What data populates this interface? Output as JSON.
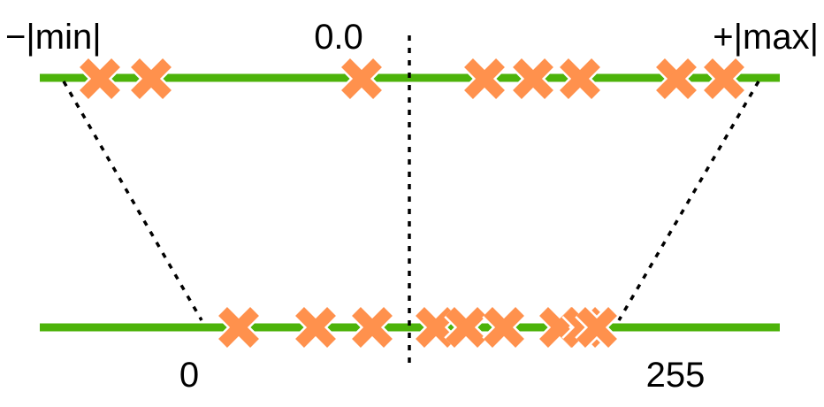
{
  "labels": {
    "top_left": "−|min|",
    "top_center": "0.0",
    "top_right": "+|max|",
    "bottom_left": "0",
    "bottom_right": "255"
  },
  "colors": {
    "line": "#4db30a",
    "marker": "#ff914d",
    "marker_outline": "#ffffff",
    "guide": "#000000"
  },
  "markers": {
    "top_count": 8,
    "bottom_count": 9
  }
}
